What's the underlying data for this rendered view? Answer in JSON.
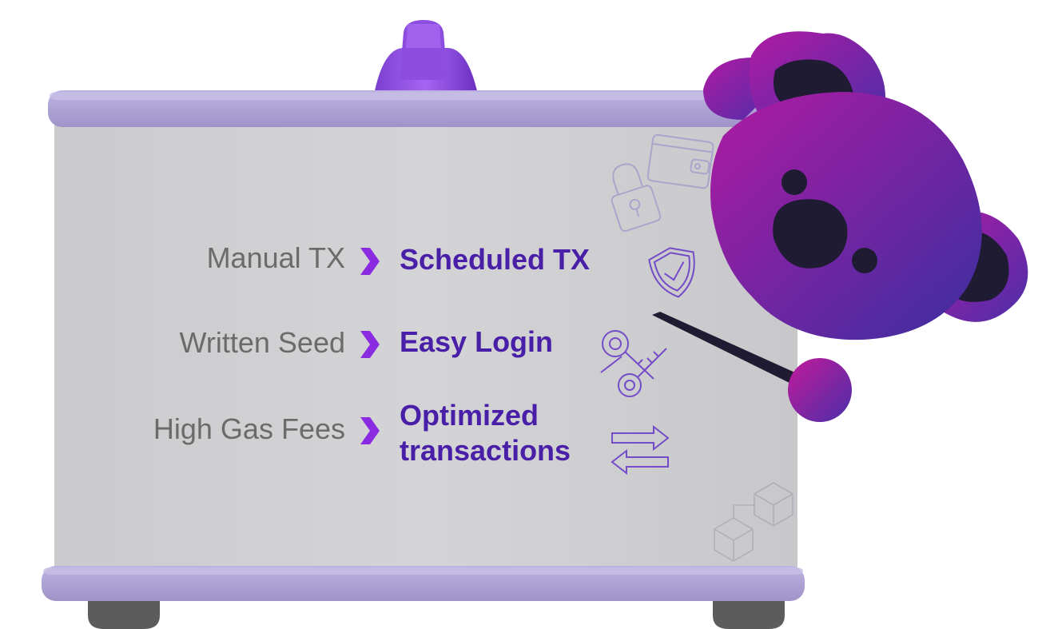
{
  "rows": [
    {
      "from": "Manual TX",
      "to": "Scheduled TX"
    },
    {
      "from": "Written Seed",
      "to": "Easy Login"
    },
    {
      "from": "High Gas Fees",
      "to": "Optimized transactions"
    }
  ],
  "icons": [
    "wallet-icon",
    "padlock-icon",
    "shield-check-icon",
    "keys-icon",
    "swap-arrows-icon",
    "blocks-icon",
    "chevron-right-icon"
  ],
  "colors": {
    "accent": "#4a1fa8",
    "chevron": "#8a2be2",
    "board_face": "#cfcfd1",
    "board_frame": "#b1a6d6",
    "mascot_gradient_start": "#b01aa3",
    "mascot_gradient_end": "#3a2fa0",
    "mascot_dark": "#1e1b32",
    "feet": "#5c5c5c",
    "old_text": "#6b6b6b"
  }
}
